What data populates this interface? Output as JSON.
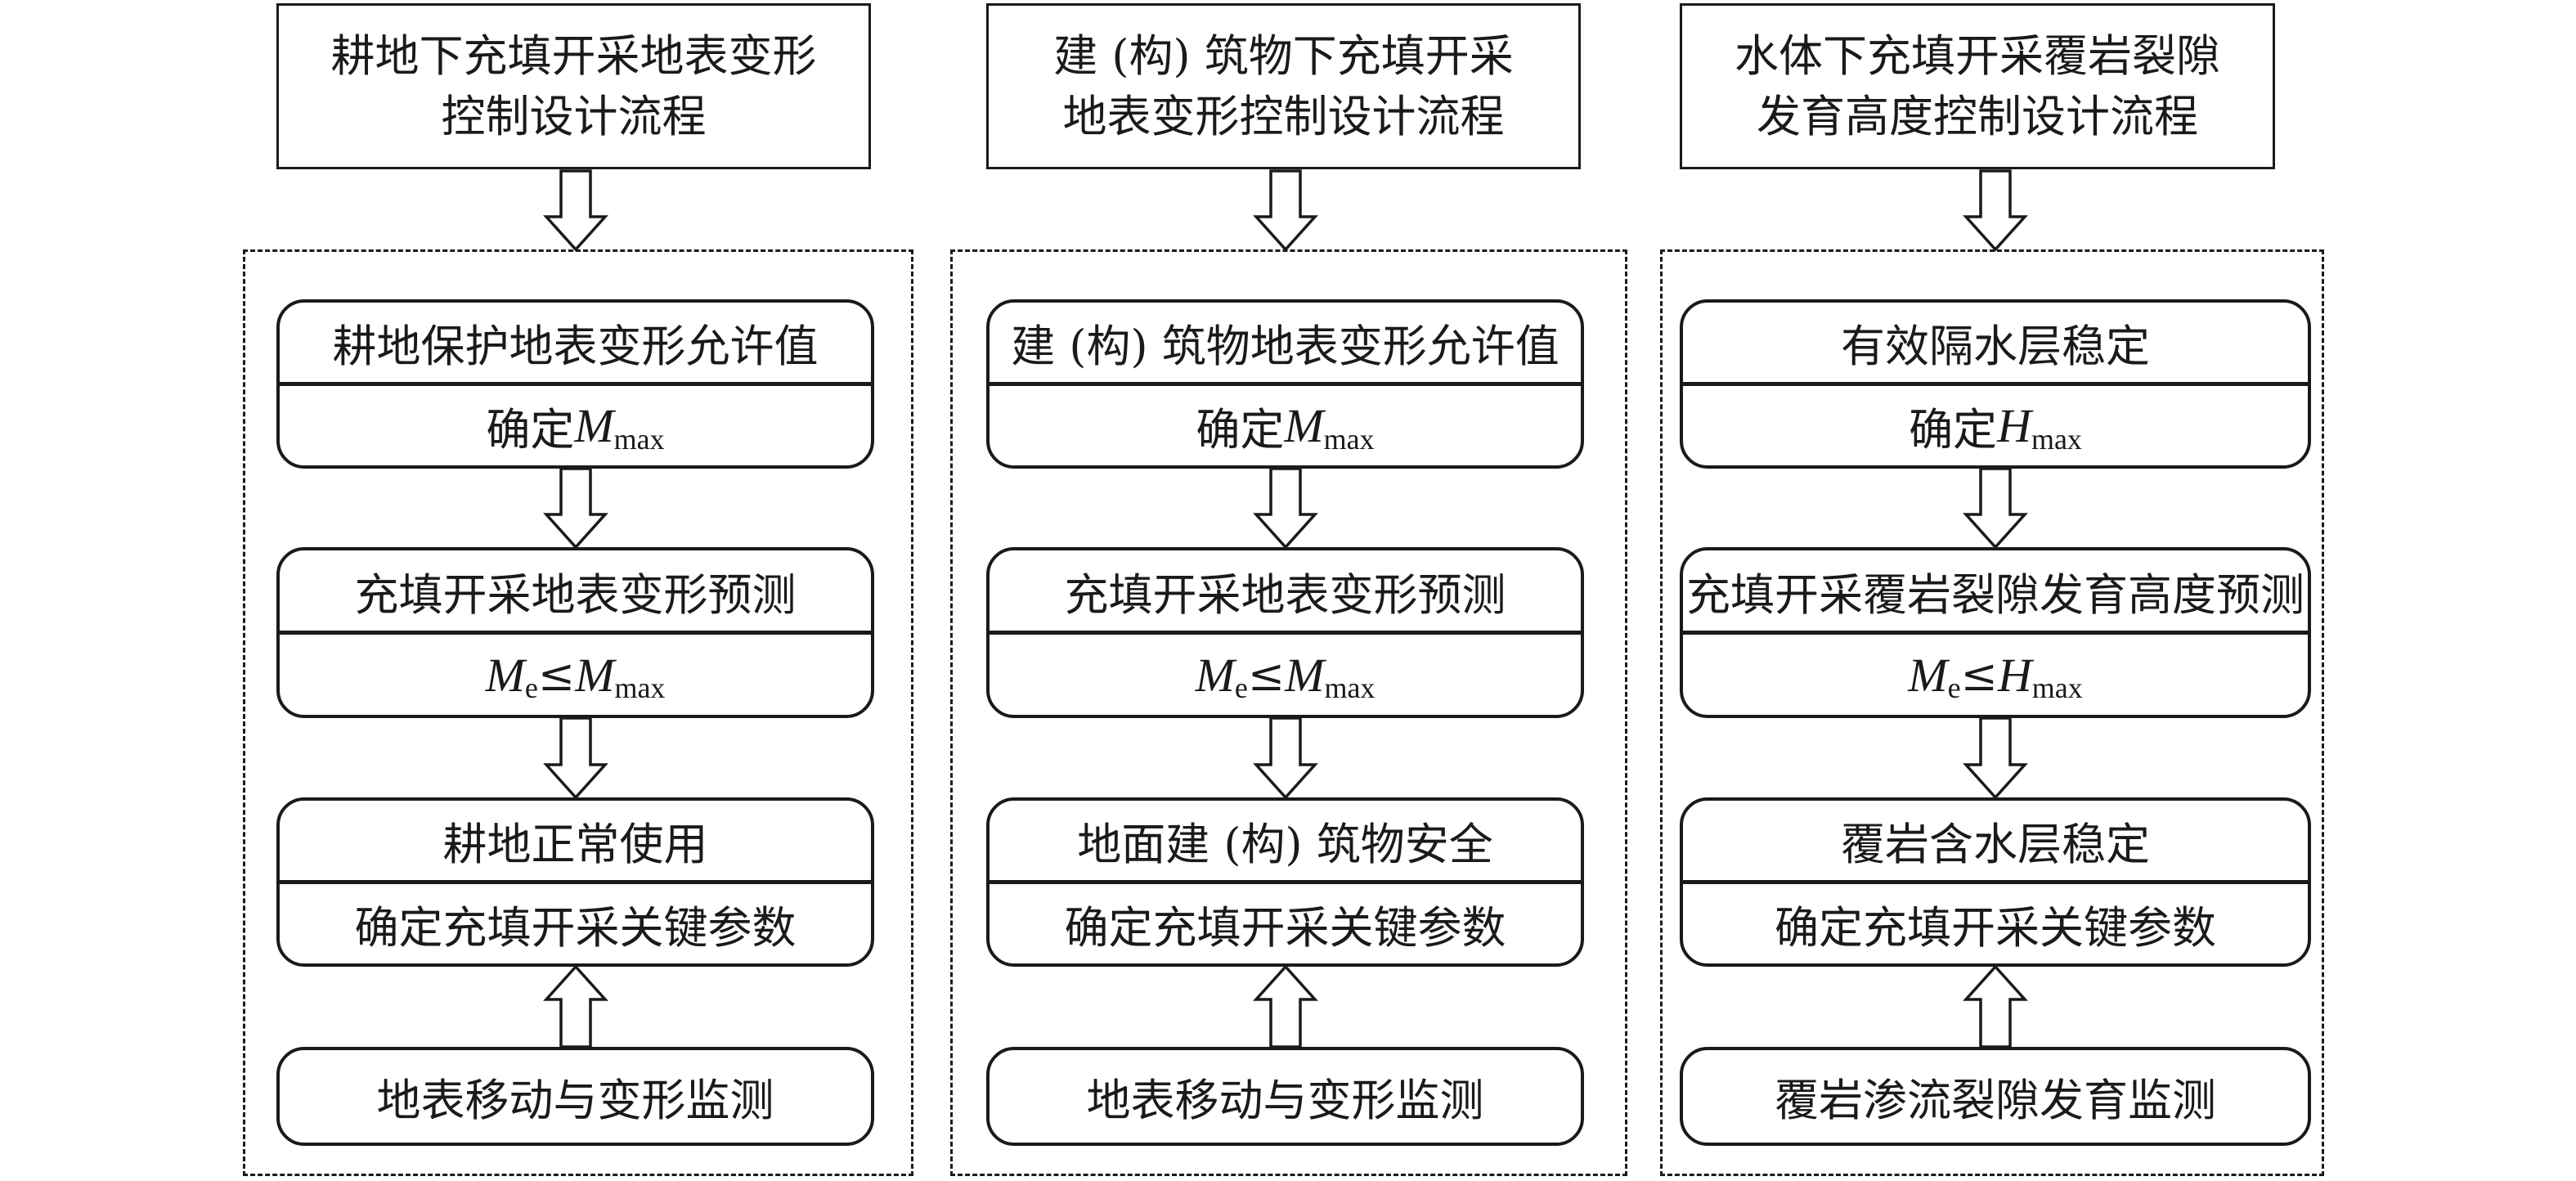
{
  "columns": [
    {
      "title": [
        "耕地下充填开采地表变形",
        "控制设计流程"
      ],
      "steps": [
        {
          "top": "耕地保护地表变形允许值",
          "bottom": {
            "prefix": "确定 ",
            "var": "M",
            "sub": "max"
          }
        },
        {
          "top": "充填开采地表变形预测",
          "bottom": {
            "var1": "M",
            "sub1": "e",
            "op": "≤",
            "var2": "M",
            "sub2": "max"
          }
        },
        {
          "top": "耕地正常使用",
          "bottom": {
            "text": "确定充填开采关键参数"
          }
        }
      ],
      "monitor": "地表移动与变形监测"
    },
    {
      "title": [
        "建 (构) 筑物下充填开采",
        "地表变形控制设计流程"
      ],
      "steps": [
        {
          "top": "建 (构) 筑物地表变形允许值",
          "bottom": {
            "prefix": "确定 ",
            "var": "M",
            "sub": "max"
          }
        },
        {
          "top": "充填开采地表变形预测",
          "bottom": {
            "var1": "M",
            "sub1": "e",
            "op": "≤",
            "var2": "M",
            "sub2": "max"
          }
        },
        {
          "top": "地面建 (构) 筑物安全",
          "bottom": {
            "text": "确定充填开采关键参数"
          }
        }
      ],
      "monitor": "地表移动与变形监测"
    },
    {
      "title": [
        "水体下充填开采覆岩裂隙",
        "发育高度控制设计流程"
      ],
      "steps": [
        {
          "top": "有效隔水层稳定",
          "bottom": {
            "prefix": "确定 ",
            "var": "H",
            "sub": "max"
          }
        },
        {
          "top": "充填开采覆岩裂隙发育高度预测",
          "bottom": {
            "var1": "M",
            "sub1": "e",
            "op": "≤",
            "var2": "H",
            "sub2": "max"
          }
        },
        {
          "top": "覆岩含水层稳定",
          "bottom": {
            "text": "确定充填开采关键参数"
          }
        }
      ],
      "monitor": "覆岩渗流裂隙发育监测"
    }
  ],
  "colors": {
    "line": "#1a1a1a",
    "background": "#ffffff"
  }
}
